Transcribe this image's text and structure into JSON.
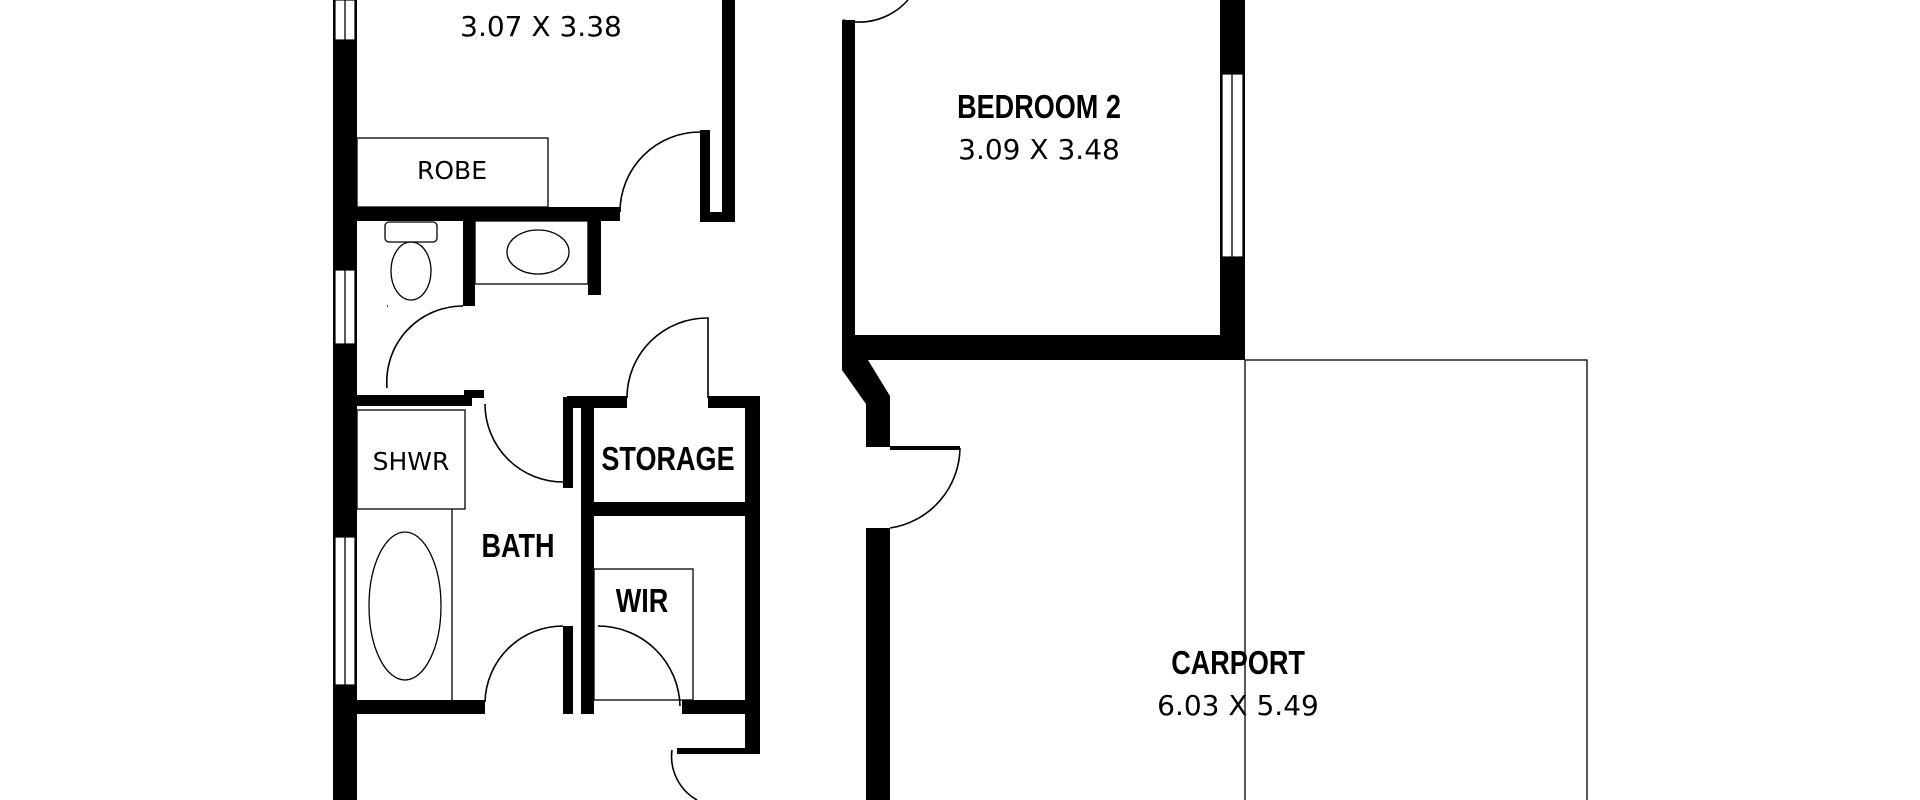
{
  "rooms": {
    "bedroom1": {
      "dims": "3.07 X 3.38"
    },
    "bedroom2": {
      "name": "BEDROOM 2",
      "dims": "3.09 X 3.48"
    },
    "carport": {
      "name": "CARPORT",
      "dims": "6.03 X 5.49"
    },
    "storage": {
      "name": "STORAGE"
    },
    "bath": {
      "name": "BATH"
    },
    "wir": {
      "name": "WIR"
    }
  },
  "fixtures": {
    "robe": "ROBE",
    "shower": "SHWR"
  }
}
